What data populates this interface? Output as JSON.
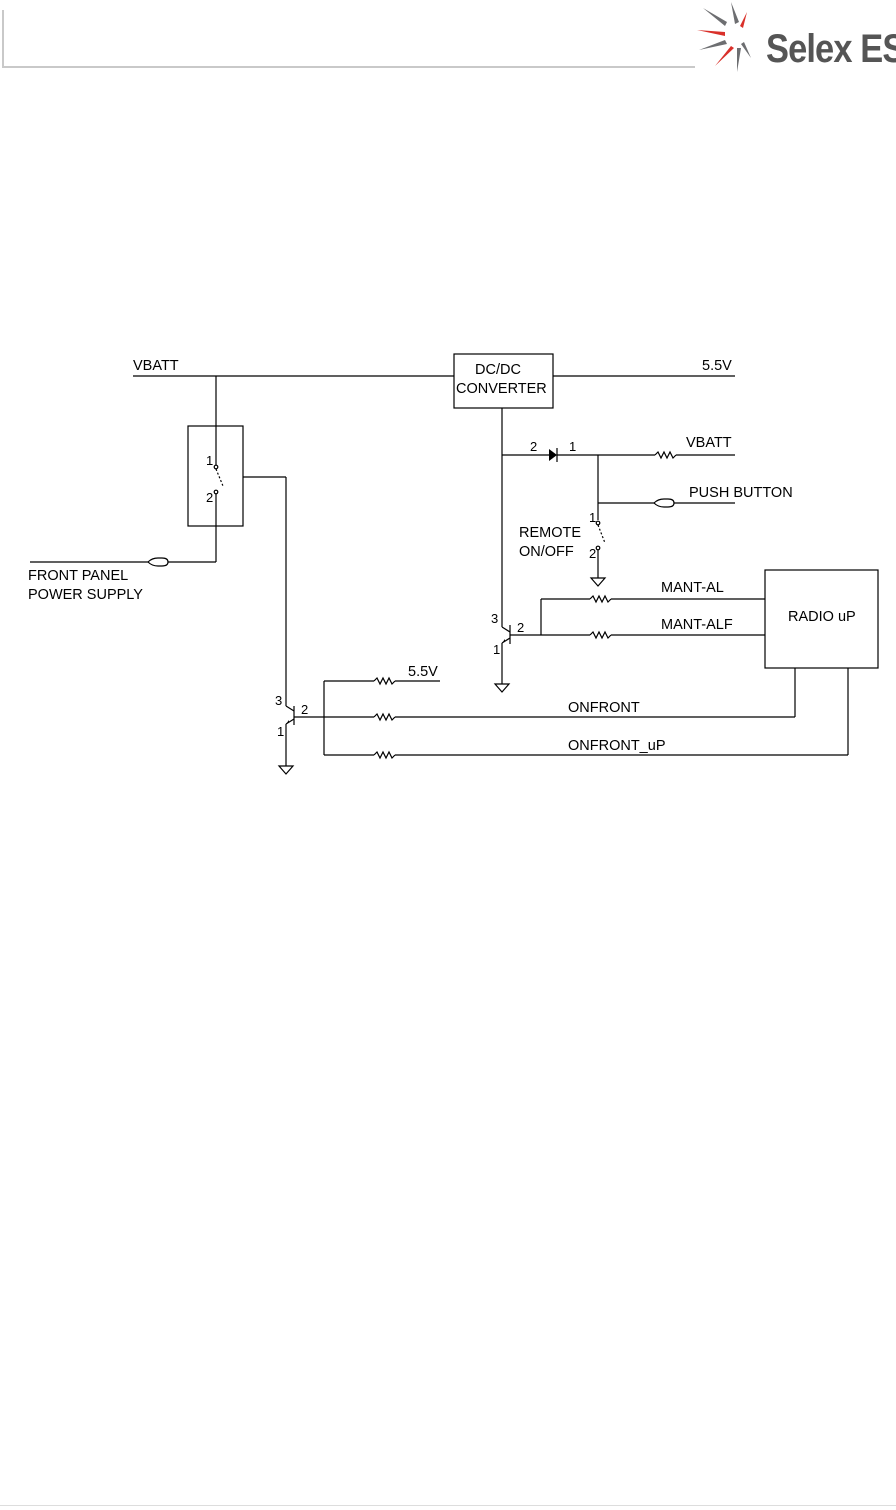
{
  "header": {
    "logo_text": "Selex ES",
    "colors": {
      "logo_red": "#d9302a",
      "logo_gray": "#6d6e71",
      "rule": "#c9c9c9"
    }
  },
  "diagram": {
    "nets": {
      "vbatt_top": "VBATT",
      "out_5v5_top": "5.5V",
      "vbatt_right": "VBATT",
      "push_button": "PUSH BUTTON",
      "mant_al": "MANT-AL",
      "mant_alf": "MANT-ALF",
      "out_5v5_mid": "5.5V",
      "onfront": "ONFRONT",
      "onfront_up": "ONFRONT_uP"
    },
    "blocks": {
      "dcdc_line1": "DC/DC",
      "dcdc_line2": "CONVERTER",
      "radio": "RADIO uP"
    },
    "labels": {
      "front_panel_line1": "FRONT PANEL",
      "front_panel_line2": "POWER SUPPLY",
      "remote_line1": "REMOTE",
      "remote_line2": "ON/OFF"
    },
    "pins": {
      "sw1_p1": "1",
      "sw1_p2": "2",
      "diode_p2": "2",
      "diode_p1": "1",
      "sw2_p1": "1",
      "sw2_p2": "2",
      "q1_p3": "3",
      "q1_p2": "2",
      "q1_p1": "1",
      "q2_p3": "3",
      "q2_p2": "2",
      "q2_p1": "1"
    }
  }
}
